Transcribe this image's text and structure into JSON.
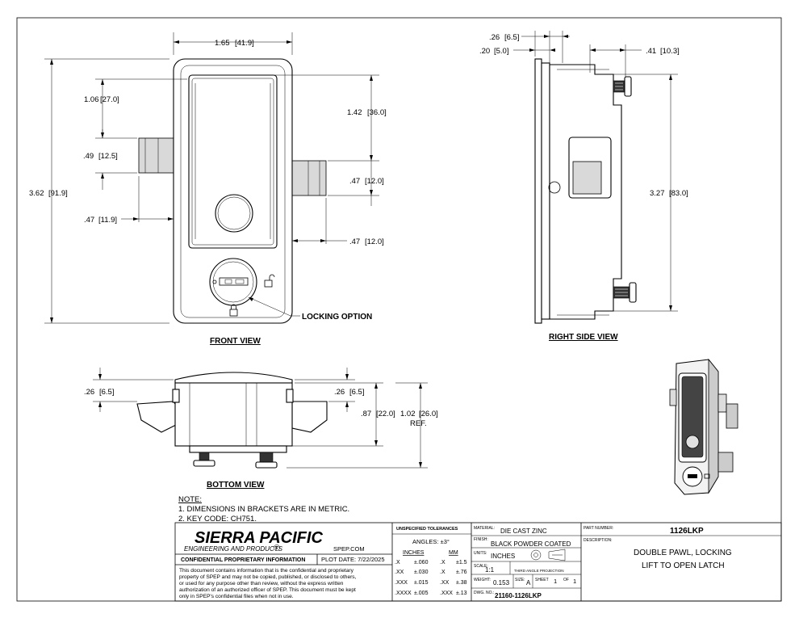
{
  "views": {
    "front": "FRONT VIEW",
    "right_side": "RIGHT SIDE VIEW",
    "bottom": "BOTTOM VIEW"
  },
  "callouts": {
    "locking_option": "LOCKING OPTION"
  },
  "front_dims": {
    "width": [
      "1.65",
      "41.9"
    ],
    "d1": [
      "1.06",
      "27.0"
    ],
    "d2": [
      ".49",
      "12.5"
    ],
    "height": [
      "3.62",
      "91.9"
    ],
    "d3": [
      ".47",
      "11.9"
    ],
    "d4": [
      "1.42",
      "36.0"
    ],
    "d5": [
      ".47",
      "12.0"
    ],
    "d6": [
      ".47",
      "12.0"
    ]
  },
  "side_dims": {
    "a": [
      ".26",
      "6.5"
    ],
    "b": [
      ".20",
      "5.0"
    ],
    "c": [
      ".41",
      "10.3"
    ],
    "height": [
      "3.27",
      "83.0"
    ]
  },
  "bottom_dims": {
    "left": [
      ".26",
      "6.5"
    ],
    "right": [
      ".26",
      "6.5"
    ],
    "depth": [
      ".87",
      "22.0"
    ],
    "overall": [
      "1.02",
      "26.0"
    ],
    "overall_note": "REF."
  },
  "notes": {
    "heading": "NOTE:",
    "items": [
      "1.   DIMENSIONS IN BRACKETS ARE IN METRIC.",
      "2.   KEY CODE: CH751."
    ]
  },
  "title_block": {
    "company": "SIERRA PACIFIC",
    "subtitle": "ENGINEERING AND PRODUCTS",
    "registered": "R",
    "website": "SPEP.COM",
    "confidential_label": "CONFIDENTIAL PROPRIETARY INFORMATION",
    "plot_date": "PLOT DATE: 7/22/2025",
    "disclaimer": [
      "This document contains information that is the confidential and proprietary",
      "property of SPEP and may not be copied, published, or disclosed to others,",
      "or used for any purpose  other than review, without the express written",
      "authorization of an authorized officer of SPEP. This document must be kept",
      "only in SPEP's confidential files when not in use."
    ],
    "tolerances": {
      "header": "UNSPECIFIED TOLERANCES",
      "angles": "ANGLES: ±3°",
      "inches_label": "INCHES",
      "mm_label": "MM",
      "rows": [
        [
          ".X",
          "±.060",
          ".X",
          "±1.5"
        ],
        [
          ".XX",
          "±.030",
          ".X",
          "±.76"
        ],
        [
          ".XXX",
          "±.015",
          ".XX",
          "±.38"
        ],
        [
          ".XXXX",
          "±.005",
          ".XXX",
          "±.13"
        ]
      ]
    },
    "material_label": "MATERIAL:",
    "material": "DIE CAST ZINC",
    "finish_label": "FINISH:",
    "finish": "BLACK POWDER COATED",
    "units_label": "UNITS:",
    "units": "INCHES",
    "scale_label": "SCALE:",
    "scale": "1:1",
    "projection": "THIRD ANGLE PROJECTION",
    "weight_label": "WEIGHT:",
    "weight": "0.153",
    "size_label": "SIZE:",
    "size": "A",
    "sheet_label": "SHEET",
    "sheet": "1",
    "of_label": "OF",
    "sheet_total": "1",
    "dwg_label": "DWG. NO.:",
    "dwg_no": "21160-1126LKP",
    "part_number_label": "PART NUMBER:",
    "part_number": "1126LKP",
    "description_label": "DESCRIPTION:",
    "description": [
      "DOUBLE PAWL, LOCKING",
      "LIFT TO OPEN LATCH"
    ]
  }
}
